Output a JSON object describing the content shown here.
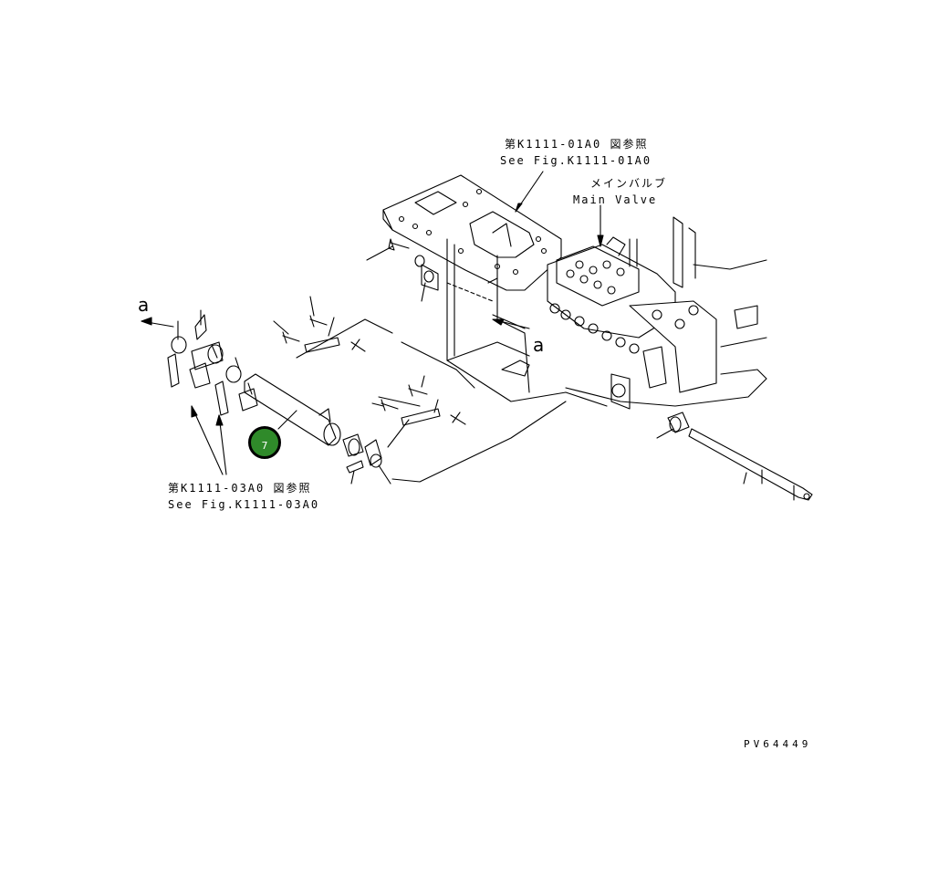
{
  "callouts": {
    "top_ref_ja": "第K1111-01A0 図参照",
    "top_ref_en": "See Fig.K1111-01A0",
    "main_valve_ja": "メインバルブ",
    "main_valve_en": "Main Valve",
    "bottom_ref_ja": "第K1111-03A0 図参照",
    "bottom_ref_en": "See Fig.K1111-03A0",
    "arrow_a_left": "a",
    "arrow_a_mid": "a"
  },
  "part_badge": {
    "number": "7",
    "color": "#2f8a2a"
  },
  "drawing_id": "PV64449"
}
